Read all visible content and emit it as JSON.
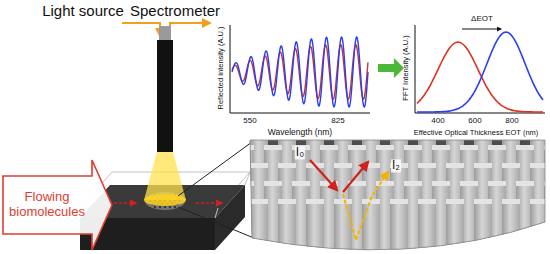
{
  "diagram": {
    "nodes": [
      {
        "text": [
          "Flowing biomolecules"
        ]
      }
    ],
    "labels": [
      "Light source",
      "Spectrometer",
      "Reflected intensity (A.U.)",
      "Wavelength (nm)",
      "550",
      "825",
      "FFT Intensity (A.U.)",
      "Effective Optical Thickness EOT (nm)",
      "400",
      "600",
      "800",
      "ΔEOT",
      "I₀",
      "I₂"
    ]
  }
}
